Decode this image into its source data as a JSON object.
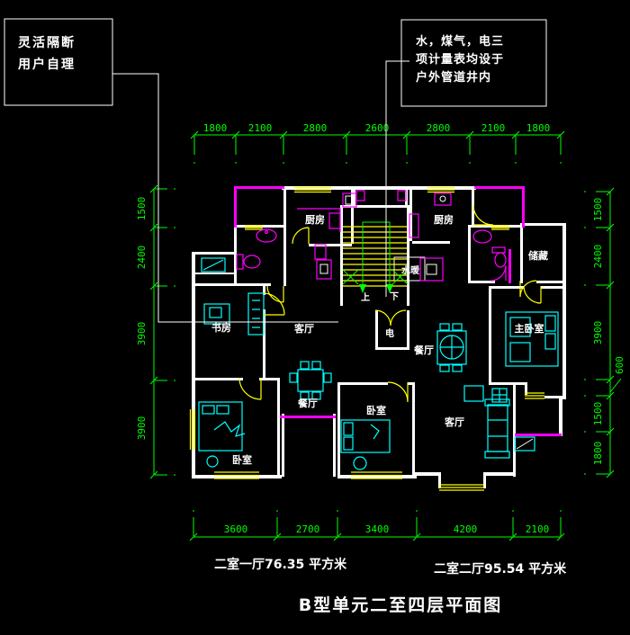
{
  "title": "B型单元二至四层平面图",
  "notes": {
    "left": {
      "line1": "灵活隔断",
      "line2": "用户自理"
    },
    "right": {
      "line1": "水，煤气，电三",
      "line2": "项计量表均设于",
      "line3": "户外管道井内"
    }
  },
  "areas": {
    "left_unit": "二室一厅76.35 平方米",
    "right_unit": "二室二厅95.54 平方米"
  },
  "rooms": {
    "kitchen_left": "厨房",
    "kitchen_right": "厨房",
    "study": "书房",
    "living_left": "客厅",
    "living_right": "客厅",
    "dining_left": "餐厅",
    "dining_right": "餐厅",
    "bedroom_left": "卧室",
    "bedroom_mid": "卧室",
    "master_bedroom": "主卧室",
    "storage": "储藏",
    "utility_shaft": "水暖",
    "electric_meter": "电",
    "stair_up": "上",
    "stair_down": "下"
  },
  "dimensions": {
    "top": [
      "1800",
      "2100",
      "2800",
      "2600",
      "2800",
      "2100",
      "1800"
    ],
    "bottom": [
      "3600",
      "2700",
      "3400",
      "4200",
      "2100"
    ],
    "left": [
      "1500",
      "2400",
      "3900",
      "3900"
    ],
    "right": [
      "1500",
      "2400",
      "3900",
      "600",
      "1500",
      "1800"
    ]
  },
  "colors": {
    "background": "#000000",
    "wall": "#ffffff",
    "partition": "#ff00ff",
    "window": "#ffff00",
    "dimension": "#00ff00",
    "furniture": "#00ffff"
  }
}
